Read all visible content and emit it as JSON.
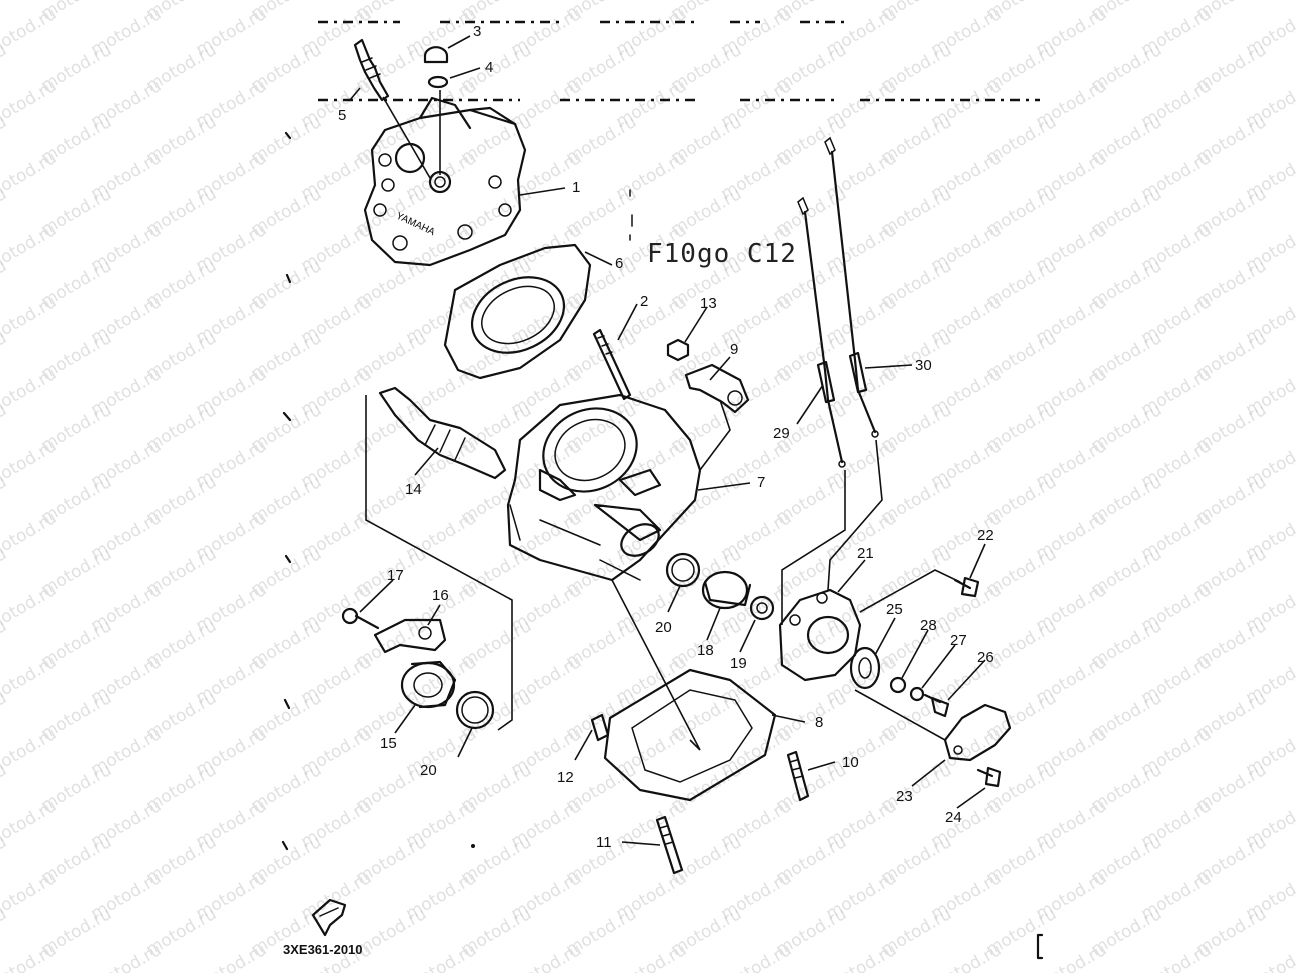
{
  "watermark": {
    "text": "motod.ru"
  },
  "diagram": {
    "handwritten_note": "F10go C12",
    "figure_code": "3XE361-2010",
    "callouts": [
      {
        "id": "c1",
        "text": "1"
      },
      {
        "id": "c2",
        "text": "2"
      },
      {
        "id": "c3",
        "text": "3"
      },
      {
        "id": "c4",
        "text": "4"
      },
      {
        "id": "c5",
        "text": "5"
      },
      {
        "id": "c6",
        "text": "6"
      },
      {
        "id": "c7",
        "text": "7"
      },
      {
        "id": "c8",
        "text": "8"
      },
      {
        "id": "c9",
        "text": "9"
      },
      {
        "id": "c10",
        "text": "10"
      },
      {
        "id": "c11",
        "text": "11"
      },
      {
        "id": "c12",
        "text": "12"
      },
      {
        "id": "c13",
        "text": "13"
      },
      {
        "id": "c14",
        "text": "14"
      },
      {
        "id": "c15",
        "text": "15"
      },
      {
        "id": "c16",
        "text": "16"
      },
      {
        "id": "c17",
        "text": "17"
      },
      {
        "id": "c18",
        "text": "18"
      },
      {
        "id": "c19",
        "text": "19"
      },
      {
        "id": "c20a",
        "text": "20"
      },
      {
        "id": "c20b",
        "text": "20"
      },
      {
        "id": "c21",
        "text": "21"
      },
      {
        "id": "c22",
        "text": "22"
      },
      {
        "id": "c23",
        "text": "23"
      },
      {
        "id": "c24",
        "text": "24"
      },
      {
        "id": "c25",
        "text": "25"
      },
      {
        "id": "c26",
        "text": "26"
      },
      {
        "id": "c27",
        "text": "27"
      },
      {
        "id": "c28",
        "text": "28"
      },
      {
        "id": "c29",
        "text": "29"
      },
      {
        "id": "c30",
        "text": "30"
      }
    ],
    "icons": {
      "front_arrow": "front-arrow-icon"
    }
  }
}
